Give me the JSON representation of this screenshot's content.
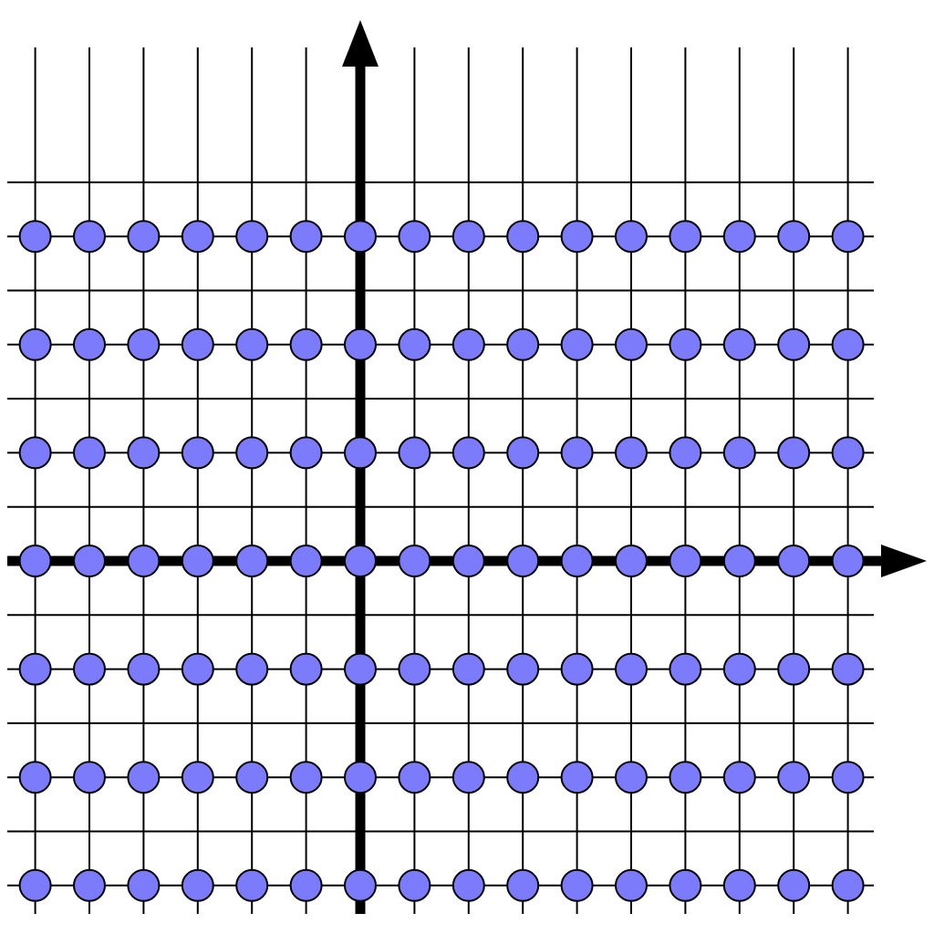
{
  "diagram": {
    "type": "integer-lattice",
    "colors": {
      "background": "#ffffff",
      "line": "#000000",
      "point_fill": "#7b7bfb",
      "point_stroke": "#000000"
    },
    "horizontal_lines": [
      -6,
      -5,
      -4,
      -3,
      -2,
      -1,
      0,
      1,
      2,
      3,
      4,
      5,
      6,
      7
    ],
    "point_rows": [
      -6,
      -4,
      -2,
      0,
      2,
      4,
      6
    ],
    "columns": [
      -6,
      -5,
      -4,
      -3,
      -2,
      -1,
      0,
      1,
      2,
      3,
      4,
      5,
      6,
      7,
      8,
      9
    ],
    "axes": {
      "x_axis_arrow": true,
      "y_axis_arrow": true
    }
  }
}
